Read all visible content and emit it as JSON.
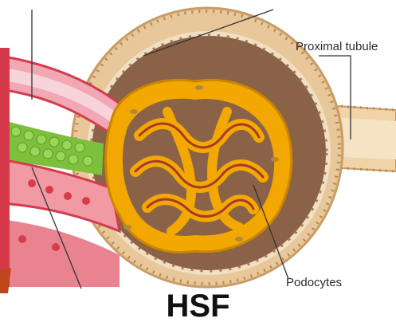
{
  "labels": {
    "proximal_tubule": "Proximal tubule",
    "podocytes": "Podocytes"
  },
  "caption": "HSF",
  "colors": {
    "capsule": "#b88a5a",
    "capsule_light": "#efd2a8",
    "capsule_space": "#8a6248",
    "glomerulus": "#f2a800",
    "glomerulus_inner": "#f8d44a",
    "capillary": "#a33a2c",
    "arteriole_pink": "#f1a7b4",
    "arteriole_red": "#d63a4a",
    "green_cells": "#7dc03c",
    "leader": "#333333"
  }
}
